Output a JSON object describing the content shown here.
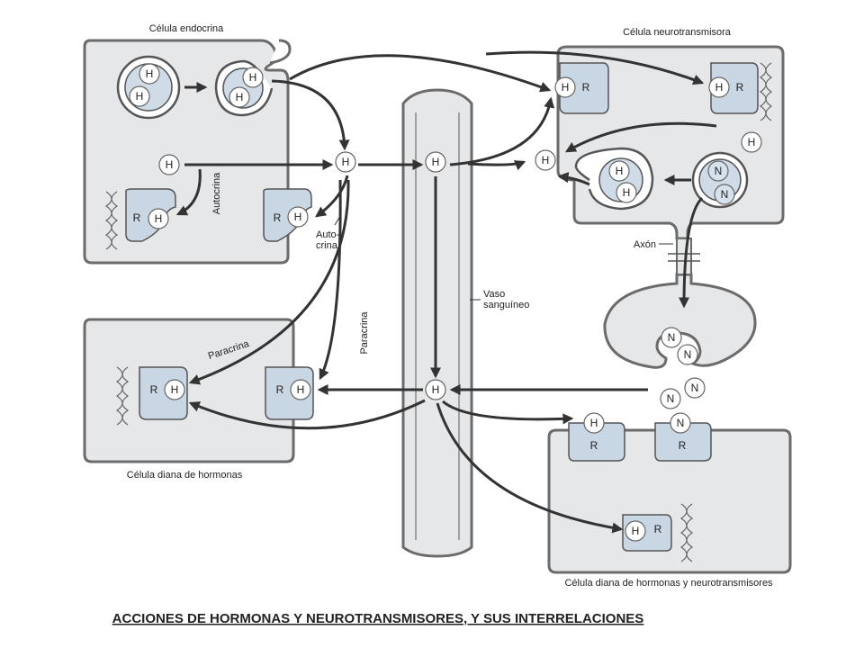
{
  "labels": {
    "endocrine_cell": "Célula endocrina",
    "neuro_cell": "Célula neurotransmisora",
    "autocrina_vertical": "Autocrina",
    "autocrina_short_1": "Auto-",
    "autocrina_short_2": "crina",
    "paracrina_vertical": "Paracrina",
    "paracrina_diag": "Paracrina",
    "vaso_1": "Vaso",
    "vaso_2": "sanguíneo",
    "axon": "Axón",
    "target_hormones": "Célula diana de hormonas",
    "target_both": "Célula diana de hormonas y neurotransmisores"
  },
  "symbols": {
    "hormone": "H",
    "receptor": "R",
    "neurotransmitter": "N"
  },
  "title": "ACCIONES DE HORMONAS Y NEUROTRANSMISORES, Y SUS INTERRELACIONES",
  "colors": {
    "cell_fill": "#e6e7e8",
    "cell_stroke": "#6b6b6b",
    "receptor": "#c9d7e4",
    "arrow": "#333333"
  }
}
